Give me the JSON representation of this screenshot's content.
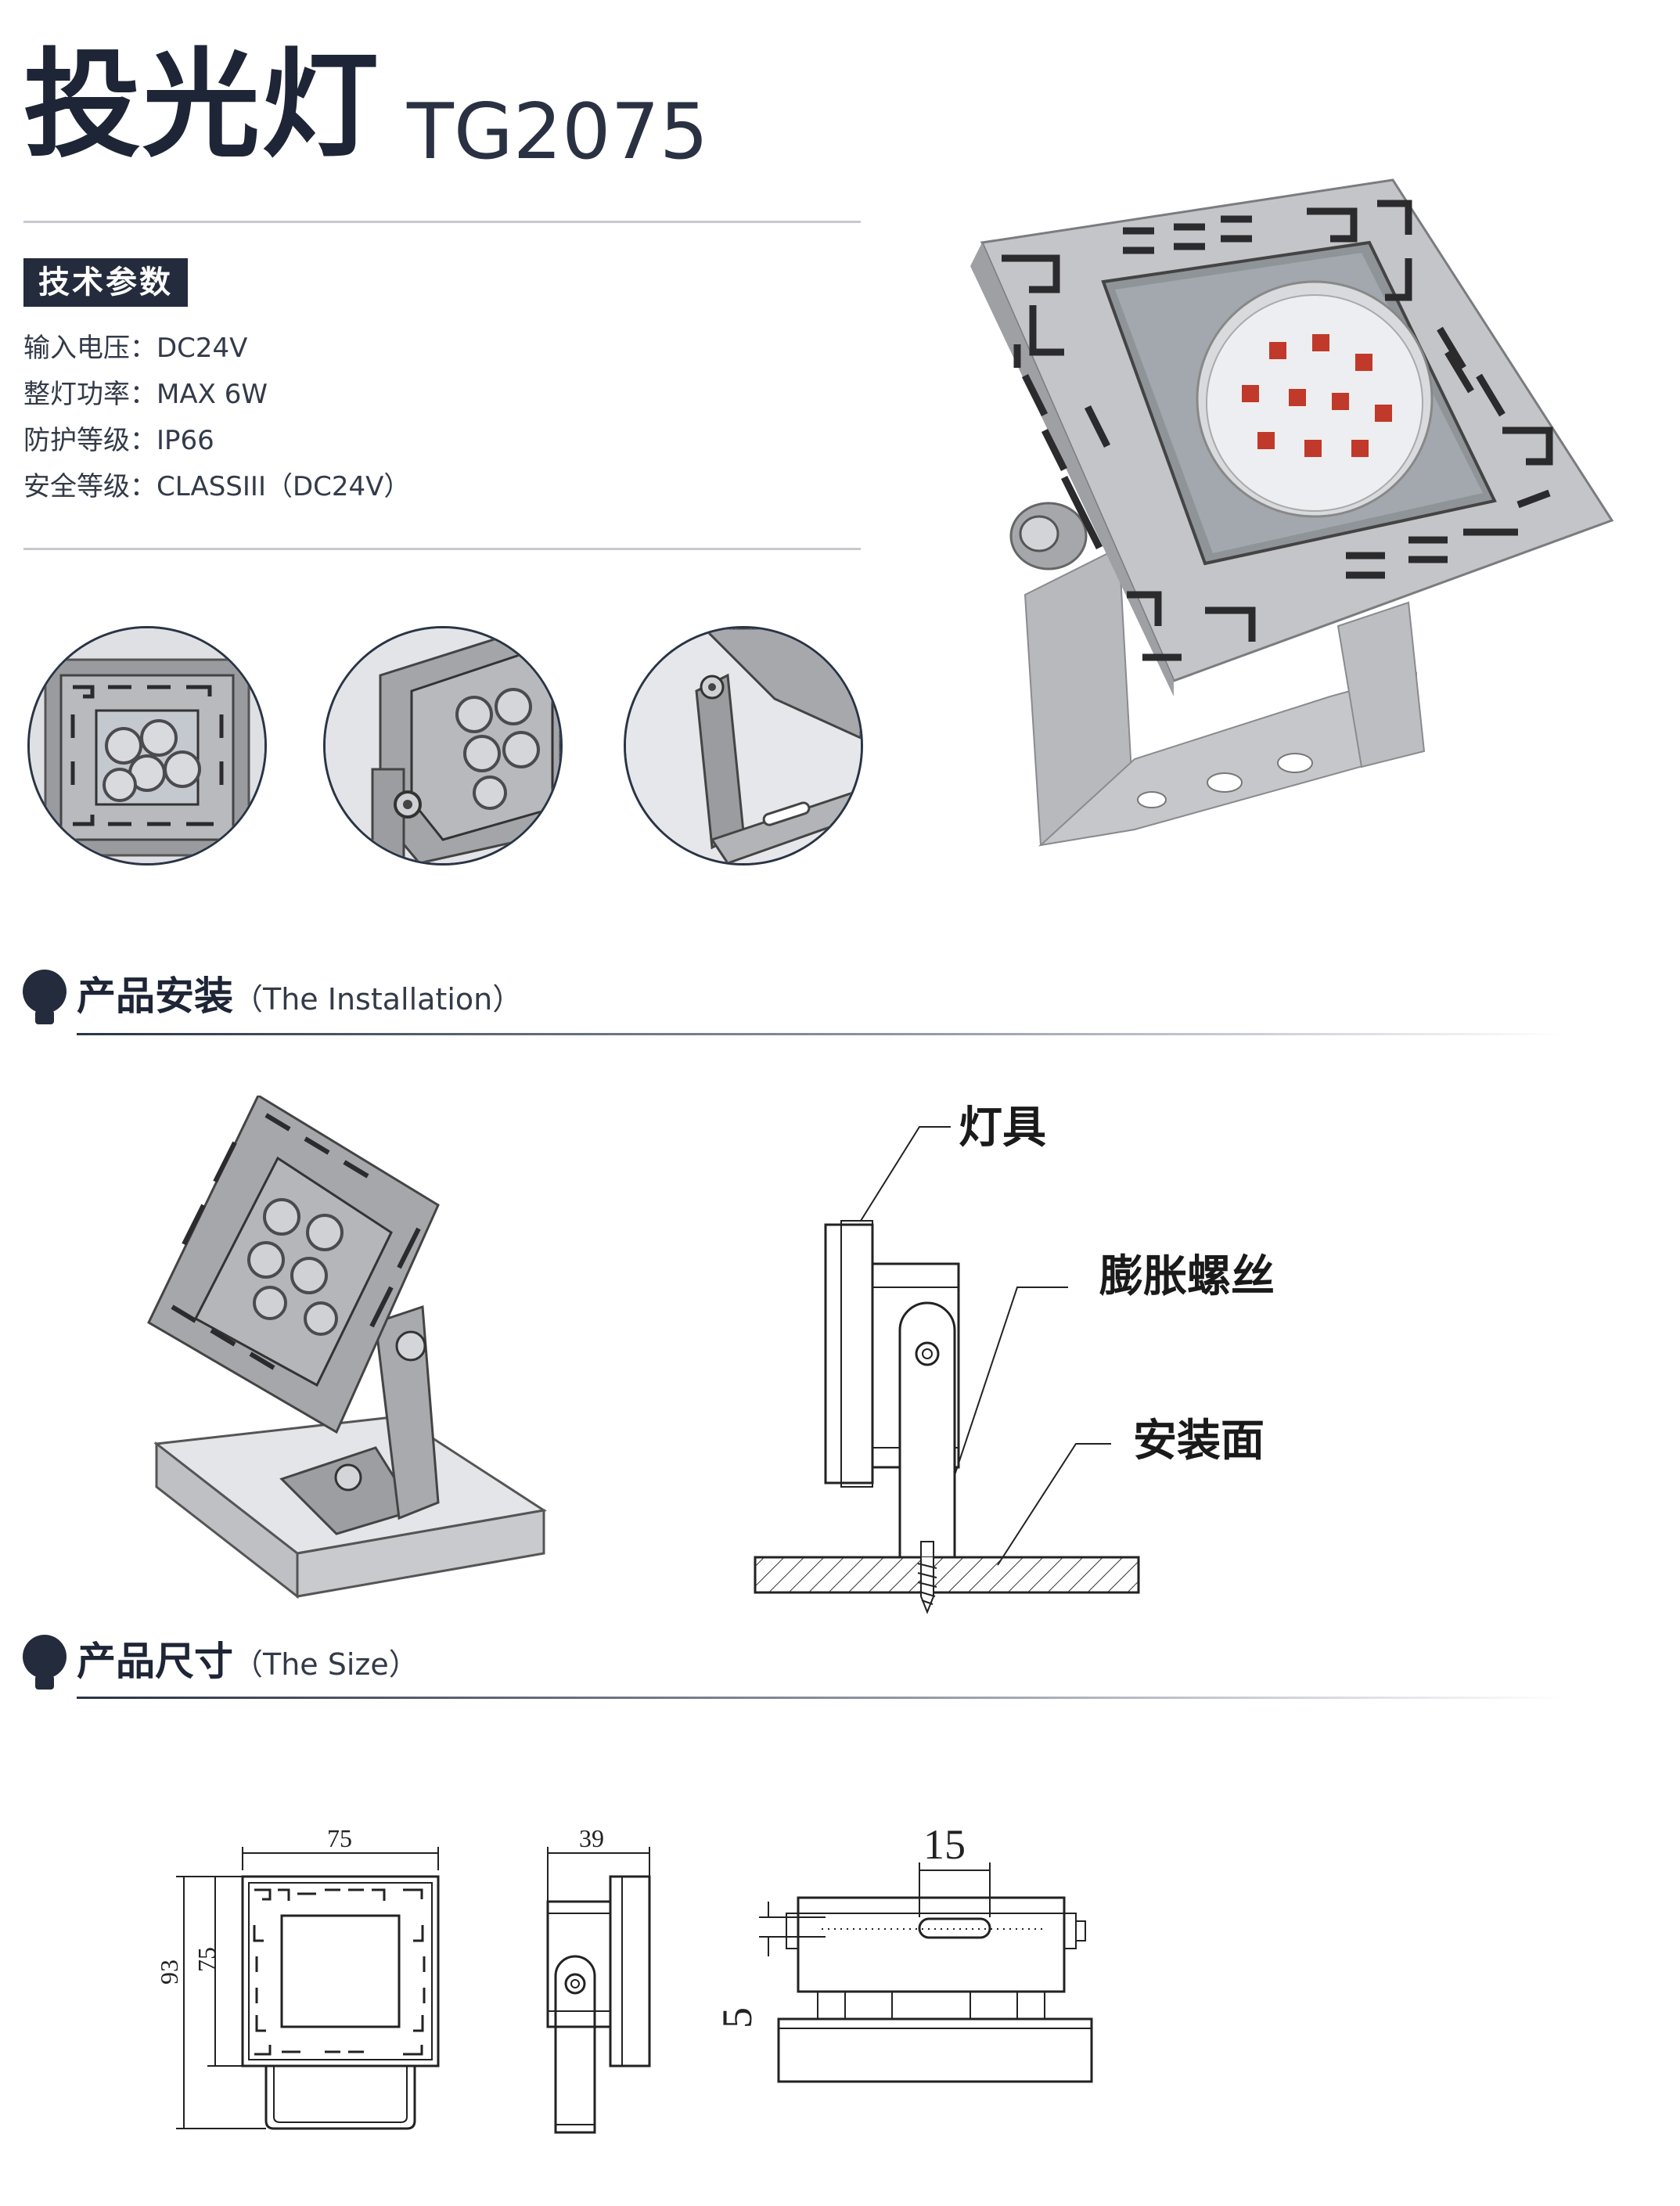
{
  "header": {
    "title_cn": "投光灯",
    "model": "TG2075"
  },
  "specs": {
    "tag": "技术参数",
    "items": [
      {
        "label": "输入电压：",
        "value": "DC24V"
      },
      {
        "label": "整灯功率：",
        "value": "MAX 6W"
      },
      {
        "label": "防护等级：",
        "value": "IP66"
      },
      {
        "label": "安全等级：",
        "value": "CLASSIII（DC24V）"
      }
    ]
  },
  "installation": {
    "title_cn": "产品安装",
    "title_en": "（The Installation）",
    "labels": {
      "fixture": "灯具",
      "screw": "膨胀螺丝",
      "surface": "安装面"
    }
  },
  "size": {
    "title_cn": "产品尺寸",
    "title_en": "（The Size）",
    "dims": {
      "width": "75",
      "height_total": "93",
      "height_head": "75",
      "depth": "39",
      "slot_length": "15",
      "slot_width": "5"
    }
  },
  "colors": {
    "dark_navy": "#242b3c",
    "housing_grey": "#c8c9cc",
    "pattern_dark": "#2b2b2e",
    "led_red": "#c0392b"
  }
}
